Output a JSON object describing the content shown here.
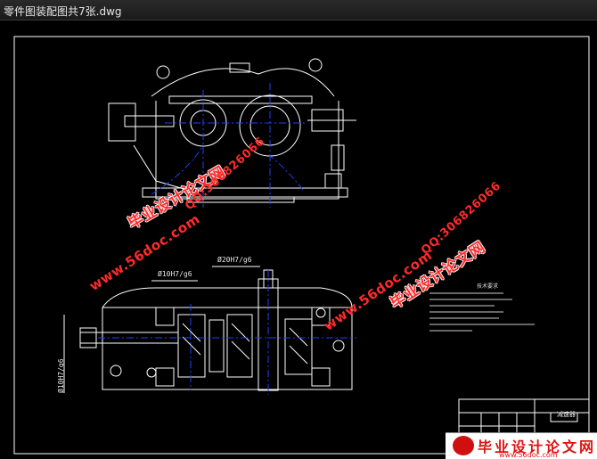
{
  "window": {
    "title": "零件图装配图共7张.dwg"
  },
  "drawing": {
    "dim_top_left": "Ø10H7/g6",
    "dim_top_right": "Ø20H7/g6",
    "dim_vertical": "Ø10H7/g6",
    "notes_title": "技术要求",
    "title_block_label": "减速器"
  },
  "watermarks": {
    "site_cn": "毕业设计论文网",
    "url": "www.56doc.com",
    "qq": "QQ:306826066"
  },
  "logo": {
    "text": "毕业设计论文网",
    "url": "www.56doc.com"
  },
  "colors": {
    "line": "#ffffff",
    "center": "#1e40ff",
    "watermark": "#ff2a2a",
    "background": "#000000"
  }
}
